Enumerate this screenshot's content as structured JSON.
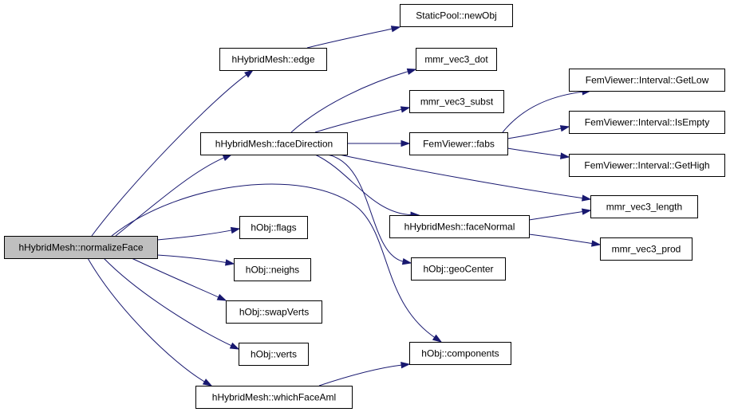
{
  "graph": {
    "kind": "call graph",
    "edge_color": "#191970",
    "root_fill": "#bfbfbf",
    "node_fill": "#ffffff",
    "nodes": [
      {
        "id": "normalizeFace",
        "label": "hHybridMesh::normalizeFace",
        "root": true
      },
      {
        "id": "edge",
        "label": "hHybridMesh::edge"
      },
      {
        "id": "newObj",
        "label": "StaticPool::newObj"
      },
      {
        "id": "faceDirection",
        "label": "hHybridMesh::faceDirection"
      },
      {
        "id": "vec3dot",
        "label": "mmr_vec3_dot"
      },
      {
        "id": "vec3subst",
        "label": "mmr_vec3_subst"
      },
      {
        "id": "fabs",
        "label": "FemViewer::fabs"
      },
      {
        "id": "getLow",
        "label": "FemViewer::Interval::GetLow"
      },
      {
        "id": "isEmpty",
        "label": "FemViewer::Interval::IsEmpty"
      },
      {
        "id": "getHigh",
        "label": "FemViewer::Interval::GetHigh"
      },
      {
        "id": "vec3length",
        "label": "mmr_vec3_length"
      },
      {
        "id": "faceNormal",
        "label": "hHybridMesh::faceNormal"
      },
      {
        "id": "vec3prod",
        "label": "mmr_vec3_prod"
      },
      {
        "id": "geoCenter",
        "label": "hObj::geoCenter"
      },
      {
        "id": "flags",
        "label": "hObj::flags"
      },
      {
        "id": "neighs",
        "label": "hObj::neighs"
      },
      {
        "id": "swapVerts",
        "label": "hObj::swapVerts"
      },
      {
        "id": "verts",
        "label": "hObj::verts"
      },
      {
        "id": "components",
        "label": "hObj::components"
      },
      {
        "id": "whichFaceAml",
        "label": "hHybridMesh::whichFaceAml"
      }
    ],
    "edges": [
      {
        "from": "normalizeFace",
        "to": "edge"
      },
      {
        "from": "normalizeFace",
        "to": "faceDirection"
      },
      {
        "from": "normalizeFace",
        "to": "flags"
      },
      {
        "from": "normalizeFace",
        "to": "neighs"
      },
      {
        "from": "normalizeFace",
        "to": "swapVerts"
      },
      {
        "from": "normalizeFace",
        "to": "verts"
      },
      {
        "from": "normalizeFace",
        "to": "whichFaceAml"
      },
      {
        "from": "normalizeFace",
        "to": "components"
      },
      {
        "from": "edge",
        "to": "newObj"
      },
      {
        "from": "faceDirection",
        "to": "vec3dot"
      },
      {
        "from": "faceDirection",
        "to": "vec3subst"
      },
      {
        "from": "faceDirection",
        "to": "fabs"
      },
      {
        "from": "faceDirection",
        "to": "vec3length"
      },
      {
        "from": "faceDirection",
        "to": "faceNormal"
      },
      {
        "from": "faceDirection",
        "to": "geoCenter"
      },
      {
        "from": "fabs",
        "to": "getLow"
      },
      {
        "from": "fabs",
        "to": "isEmpty"
      },
      {
        "from": "fabs",
        "to": "getHigh"
      },
      {
        "from": "faceNormal",
        "to": "vec3length"
      },
      {
        "from": "faceNormal",
        "to": "vec3prod"
      },
      {
        "from": "whichFaceAml",
        "to": "components"
      }
    ]
  }
}
